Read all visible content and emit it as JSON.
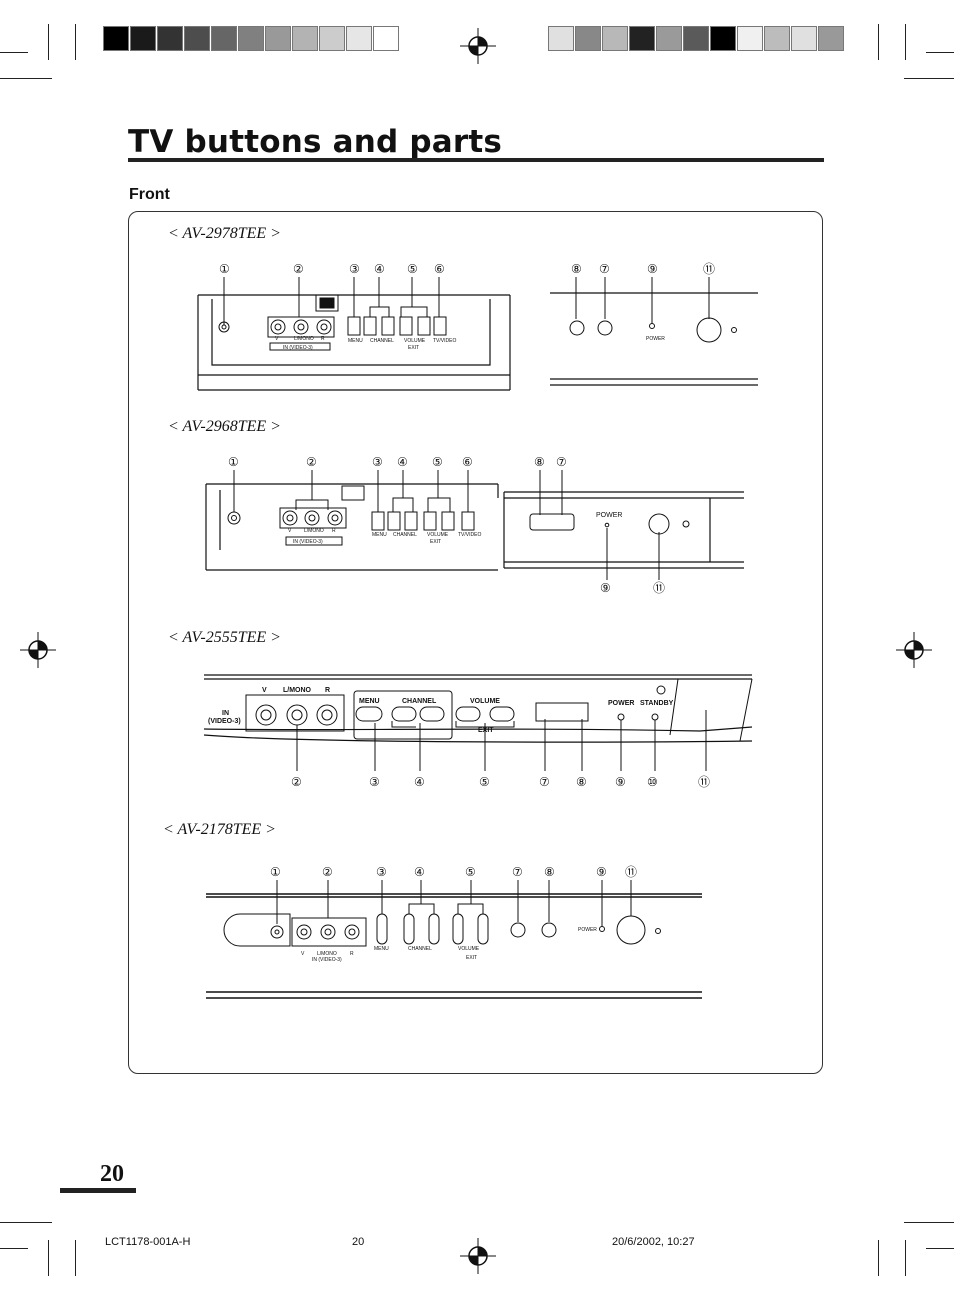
{
  "page": {
    "title": "TV buttons and parts",
    "section": "Front",
    "page_number": "20"
  },
  "print_marks": {
    "left_swatches": [
      "#000000",
      "#1a1a1a",
      "#333333",
      "#4d4d4d",
      "#666666",
      "#808080",
      "#999999",
      "#b3b3b3",
      "#cccccc",
      "#e6e6e6",
      "#ffffff"
    ],
    "right_swatches": [
      "#e0e0e0",
      "#888888",
      "#b8b8b8",
      "#222222",
      "#9a9a9a",
      "#5a5a5a",
      "#000000",
      "#f0f0f0",
      "#bcbcbc",
      "#e0e0e0",
      "#999999"
    ]
  },
  "models": [
    {
      "name": "< AV-2978TEE >",
      "callouts_left": [
        "①",
        "②",
        "③",
        "④",
        "⑤",
        "⑥"
      ],
      "callouts_right": [
        "⑧",
        "⑦",
        "⑨",
        "⑪"
      ],
      "labels": {
        "menu": "MENU",
        "channel": "CHANNEL",
        "volume": "VOLUME",
        "exit": "EXIT",
        "tv_video": "TV/VIDEO",
        "v": "V",
        "lmono": "L/MONO",
        "r": "R",
        "input": "IN (VIDEO-3)",
        "power": "POWER"
      }
    },
    {
      "name": "< AV-2968TEE >",
      "callouts_top": [
        "①",
        "②",
        "③",
        "④",
        "⑤",
        "⑥",
        "⑧",
        "⑦"
      ],
      "callouts_bottom": [
        "⑨",
        "⑪"
      ],
      "labels": {
        "menu": "MENU",
        "channel": "CHANNEL",
        "volume": "VOLUME",
        "exit": "EXIT",
        "tv_video": "TV/VIDEO",
        "v": "V",
        "lmono": "L/MONO",
        "r": "R",
        "input": "IN (VIDEO-3)",
        "power": "POWER"
      }
    },
    {
      "name": "< AV-2555TEE >",
      "callouts_bottom": [
        "②",
        "③",
        "④",
        "⑤",
        "⑦",
        "⑧",
        "⑨",
        "⑩",
        "⑪"
      ],
      "labels": {
        "in": "IN",
        "video3": "(VIDEO-3)",
        "v": "V",
        "lmono": "L/MONO",
        "r": "R",
        "menu": "MENU",
        "channel": "CHANNEL",
        "volume": "VOLUME",
        "exit": "EXIT",
        "power": "POWER",
        "standby": "STANDBY"
      }
    },
    {
      "name": "< AV-2178TEE >",
      "callouts_top": [
        "①",
        "②",
        "③",
        "④",
        "⑤",
        "⑦",
        "⑧",
        "⑨",
        "⑪"
      ],
      "labels": {
        "menu": "MENU",
        "channel": "CHANNEL",
        "volume": "VOLUME",
        "exit": "EXIT",
        "v": "V",
        "lmono": "L/MONO",
        "r": "R",
        "input": "IN (VIDEO-3)",
        "power": "POWER"
      }
    }
  ],
  "footer": {
    "code": "LCT1178-001A-H",
    "page": "20",
    "date": "20/6/2002, 10:27"
  }
}
